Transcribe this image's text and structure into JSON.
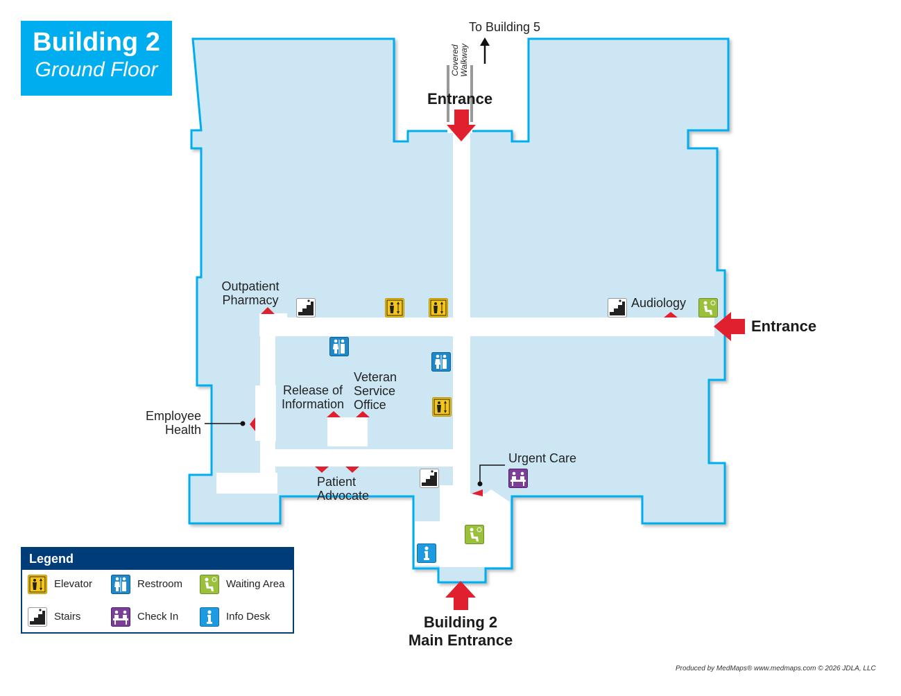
{
  "title": {
    "building": "Building 2",
    "floor": "Ground Floor"
  },
  "labels": {
    "to_building_5": "To Building 5",
    "covered_walkway_1": "Covered",
    "covered_walkway_2": "Walkway",
    "entrance_top": "Entrance",
    "entrance_right": "Entrance",
    "main_entrance_1": "Building 2",
    "main_entrance_2": "Main Entrance",
    "outpatient_pharmacy_1": "Outpatient",
    "outpatient_pharmacy_2": "Pharmacy",
    "audiology": "Audiology",
    "release_of_information_1": "Release of",
    "release_of_information_2": "Information",
    "veteran_service_office_1": "Veteran",
    "veteran_service_office_2": "Service",
    "veteran_service_office_3": "Office",
    "employee_health_1": "Employee",
    "employee_health_2": "Health",
    "patient_advocate_1": "Patient",
    "patient_advocate_2": "Advocate",
    "urgent_care": "Urgent Care"
  },
  "legend": {
    "title": "Legend",
    "items": [
      {
        "label": "Elevator",
        "icon": "elevator-icon"
      },
      {
        "label": "Restroom",
        "icon": "restroom-icon"
      },
      {
        "label": "Waiting Area",
        "icon": "waiting-area-icon"
      },
      {
        "label": "Stairs",
        "icon": "stairs-icon"
      },
      {
        "label": "Check In",
        "icon": "check-in-icon"
      },
      {
        "label": "Info Desk",
        "icon": "info-desk-icon"
      }
    ]
  },
  "footer": "Produced by MedMaps®  www.medmaps.com   © 2026 JDLA, LLC",
  "colors": {
    "floor": "#cce6f4",
    "outline": "#00aeef",
    "corridor": "#ffffff",
    "arrow": "#e0202e",
    "title_bg": "#00aeef",
    "legend_header": "#003d78",
    "elevator": "#f5c518",
    "restroom": "#1e88c8",
    "waiting": "#9bc13c",
    "check_in": "#7b3f98",
    "info": "#1e9be0",
    "stairs": "#ffffff"
  }
}
